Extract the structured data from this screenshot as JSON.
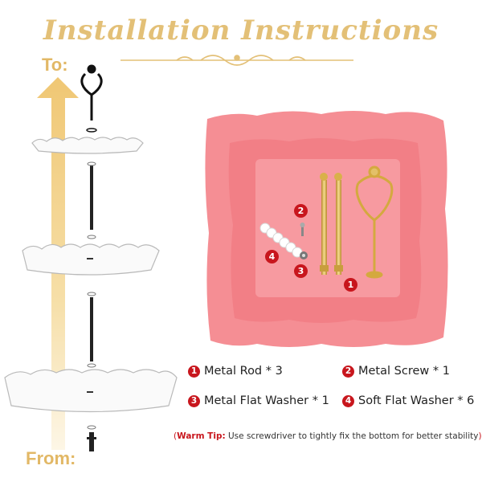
{
  "header": {
    "title": "Installation Instructions"
  },
  "diagram": {
    "to_label": "To:",
    "from_label": "From:"
  },
  "parts": [
    {
      "num": "1",
      "label": "Metal Rod * 3"
    },
    {
      "num": "2",
      "label": "Metal Screw * 1"
    },
    {
      "num": "3",
      "label": "Metal Flat Washer * 1"
    },
    {
      "num": "4",
      "label": "Soft Flat Washer * 6"
    }
  ],
  "photo_markers": [
    "2",
    "4",
    "3",
    "1"
  ],
  "tip": {
    "prefix": "Warm Tip:",
    "text": "Use screwdriver to tightly fix the bottom for better stability"
  },
  "colors": {
    "gold": "#e3c077",
    "pink": "#f27f86",
    "red_badge": "#c8161d"
  }
}
